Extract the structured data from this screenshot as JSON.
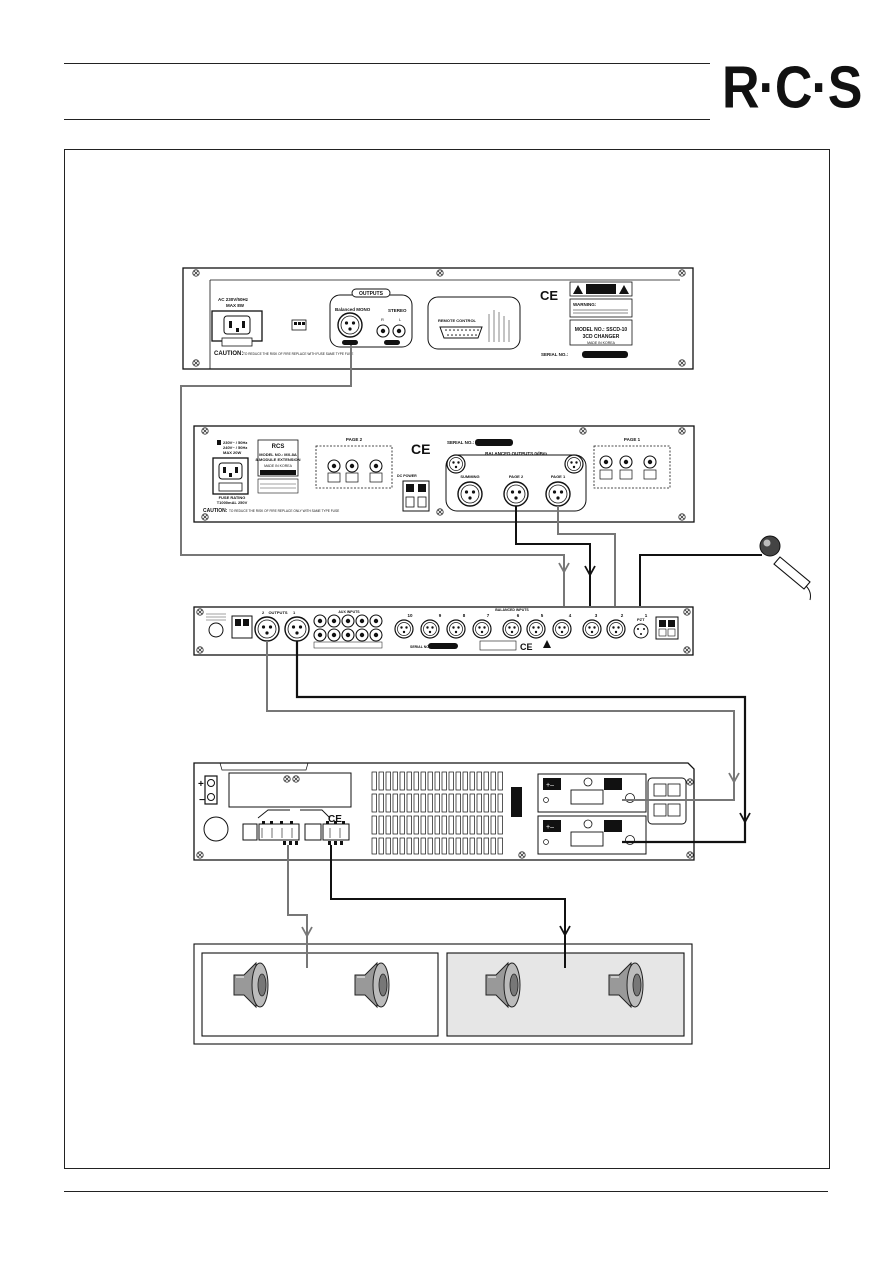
{
  "brand": {
    "logo_text": "R·C·S"
  },
  "cd_changer": {
    "ac_label": "AC 230V/50Hz",
    "ac_power": "MAX 8W",
    "caution": "CAUTION:",
    "caution_text": "TO REDUCE THE RISK OF FIRE REPLACE WITH FUSE SAME TYPE FUSE",
    "outputs_title": "OUTPUTS",
    "balanced_mono": "Balanced MONO",
    "stereo": "STEREO",
    "stereo_r": "R",
    "stereo_l": "L",
    "remote_control": "REMOTE CONTROL",
    "ce_mark": "CE",
    "warning": "WARNING:",
    "model_line1": "MODEL NO.: SSCD-10",
    "model_line2": "3CD CHANGER",
    "made_in": "MADE IN KOREA",
    "serial_label": "SERIAL NO.:"
  },
  "module_extension": {
    "voltage_1": "230V~ / 50Hz",
    "voltage_2": "240V~ / 50Hz",
    "power": "MAX 20W",
    "brand": "RCS",
    "model_1": "MODEL NO.: MX-8A",
    "model_2": "8-MODULE EXTENSION",
    "made_in": "MADE IN KOREA",
    "page2": "PAGE 2",
    "page1": "PAGE 1",
    "ce_mark": "CE",
    "serial_label": "SERIAL NO.:",
    "balanced_outputs": "BALANCED OUTPUTS 0dBm",
    "summing": "SUMMING",
    "page2_out": "PAGE 2",
    "page1_out": "PAGE 1",
    "dc_power": "DC POWER",
    "fuse_rating": "FUSE RATING",
    "fuse_value": "T1000mAL  250V",
    "caution": "CAUTION:",
    "caution_text": "TO REDUCE THE RISK OF FIRE REPLACE ONLY WITH SAME TYPE FUSE"
  },
  "mixer": {
    "outputs": "OUTPUTS",
    "out2": "2",
    "out1": "1",
    "aux_inputs": "AUX INPUTS",
    "inputs_labels": [
      "10",
      "9",
      "8",
      "7",
      "6",
      "5",
      "4",
      "3",
      "2",
      "1"
    ],
    "balanced_inputs": "BALANCED INPUTS",
    "serial_label": "SERIAL NO.:",
    "ce_mark": "CE",
    "pzt": "PZT"
  },
  "amplifier": {
    "ce_mark": "CE",
    "plus": "+",
    "minus": "−"
  },
  "speakers": {
    "zone_count": 2
  },
  "colors": {
    "line_dark": "#111111",
    "line_gray": "#777777",
    "zone2_fill": "#e6e6e6"
  }
}
